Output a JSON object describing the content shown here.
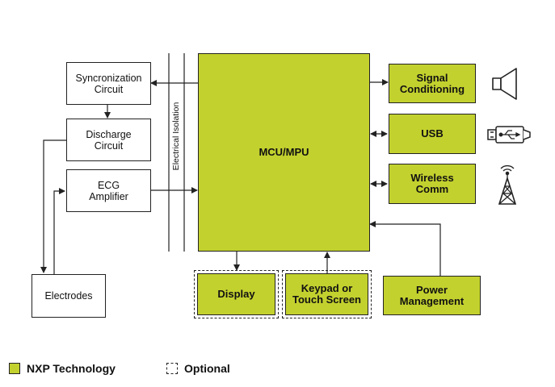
{
  "blocks": {
    "sync": "Syncronization\nCircuit",
    "discharge": "Discharge\nCircuit",
    "ecg": "ECG\nAmplifier",
    "electrodes": "Electrodes",
    "mcu": "MCU/MPU",
    "signal": "Signal\nConditioning",
    "usb": "USB",
    "wireless": "Wireless\nComm",
    "display": "Display",
    "keypad": "Keypad or\nTouch Screen",
    "power": "Power\nManagement"
  },
  "isolation_label": "Electrical Isolation",
  "legend": {
    "nxp": "NXP Technology",
    "optional": "Optional"
  },
  "colors": {
    "nxp_green": "#c3d12e",
    "line": "#222222"
  },
  "icons": [
    "speaker-icon",
    "usb-plug-icon",
    "antenna-tower-icon"
  ]
}
